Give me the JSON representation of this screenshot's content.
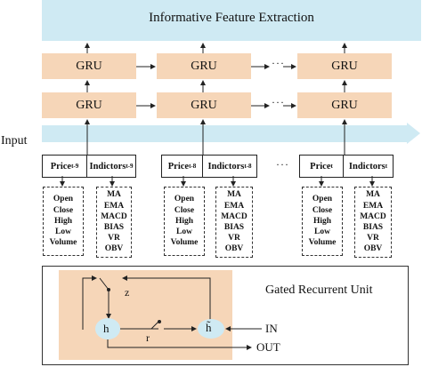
{
  "title": "Informative Feature Extraction",
  "gru_label": "GRU",
  "input_label": "Input",
  "ellipsis": "···",
  "columns": [
    {
      "price_base": "Price",
      "price_sub": "t-9",
      "ind_base": "Indictors",
      "ind_sub": "t-9"
    },
    {
      "price_base": "Price",
      "price_sub": "t-8",
      "ind_base": "Indictors",
      "ind_sub": "t-8"
    },
    {
      "price_base": "Price",
      "price_sub": "t",
      "ind_base": "Indictors",
      "ind_sub": "t"
    }
  ],
  "price_items": [
    "Open",
    "Close",
    "High",
    "Low",
    "Volume"
  ],
  "indicator_items": [
    "MA",
    "EMA",
    "MACD",
    "BIAS",
    "VR",
    "OBV"
  ],
  "gru_unit": {
    "title": "Gated Recurrent Unit",
    "z_label": "z",
    "h_label": "h",
    "r_label": "r",
    "h_tilde_label": "h̃",
    "in_label": "IN",
    "out_label": "OUT"
  },
  "colors": {
    "gru_fill": "#f6d6b8",
    "band_fill": "#cfeaf3",
    "node_fill": "#cfeaf3"
  }
}
